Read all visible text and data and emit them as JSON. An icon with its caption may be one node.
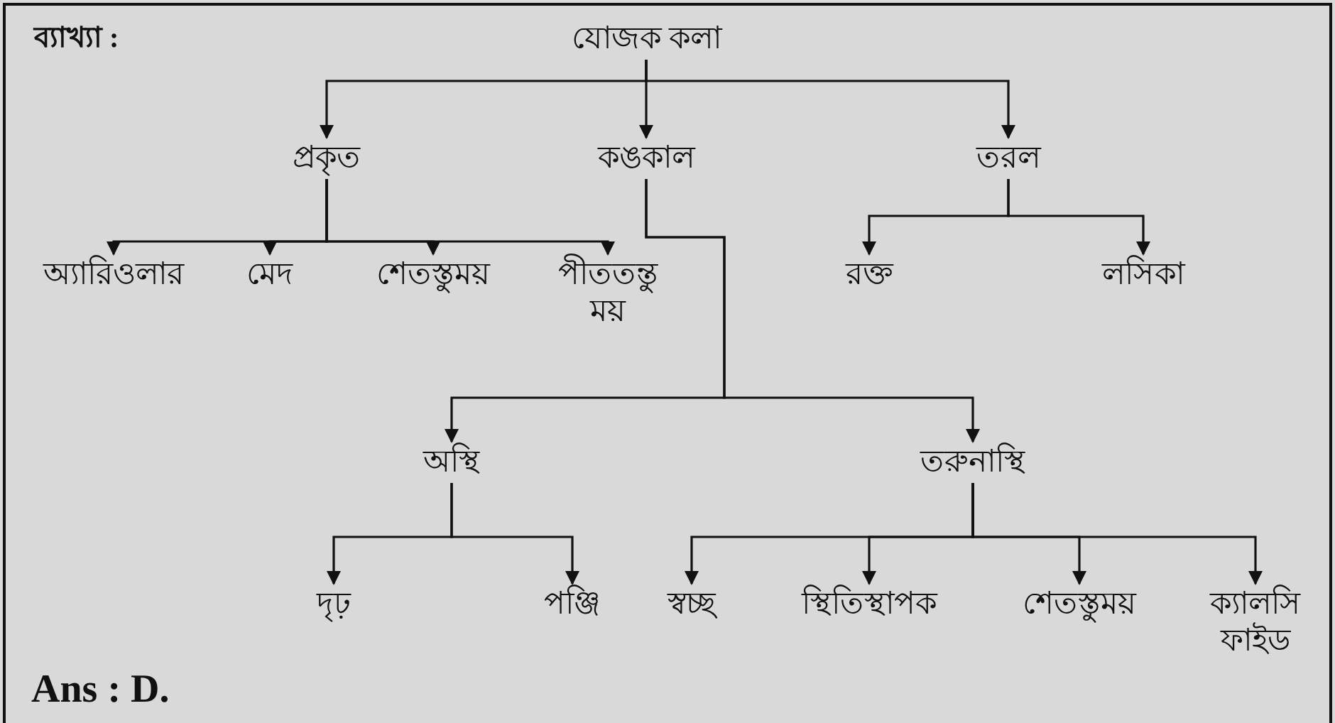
{
  "diagram": {
    "nodes": [
      {
        "text": [
          "যোজক কলা"
        ]
      },
      {
        "text": [
          "প্রকৃত"
        ]
      },
      {
        "text": [
          "কঙকাল"
        ]
      },
      {
        "text": [
          "তরল"
        ]
      },
      {
        "text": [
          "অ্যারিওলার"
        ]
      },
      {
        "text": [
          "মেদ"
        ]
      },
      {
        "text": [
          "শেতস্তুময়"
        ]
      },
      {
        "text": [
          "পীততন্তু ময়"
        ]
      },
      {
        "text": [
          "রক্ত"
        ]
      },
      {
        "text": [
          "লসিকা"
        ]
      },
      {
        "text": [
          "অস্থি"
        ]
      },
      {
        "text": [
          "তরুনাস্থি"
        ]
      },
      {
        "text": [
          "দৃঢ়"
        ]
      },
      {
        "text": [
          "পঞ্জি"
        ]
      },
      {
        "text": [
          "স্বচ্ছ"
        ]
      },
      {
        "text": [
          "স্থিতিস্থাপক"
        ]
      },
      {
        "text": [
          "শেতস্তুময়"
        ]
      },
      {
        "text": [
          "ক্যালসি ফাইড"
        ]
      }
    ],
    "edges": [
      {
        "from": 0,
        "to": 1,
        "arrow": "to"
      },
      {
        "from": 0,
        "to": 2,
        "arrow": "to"
      },
      {
        "from": 0,
        "to": 3,
        "arrow": "to"
      },
      {
        "from": 1,
        "to": 4,
        "arrow": "to"
      },
      {
        "from": 1,
        "to": 5,
        "arrow": "to"
      },
      {
        "from": 1,
        "to": 6,
        "arrow": "to"
      },
      {
        "from": 1,
        "to": 7,
        "arrow": "to"
      },
      {
        "from": 3,
        "to": 8,
        "arrow": "to"
      },
      {
        "from": 3,
        "to": 9,
        "arrow": "to"
      },
      {
        "from": 2,
        "to": 10,
        "arrow": "to"
      },
      {
        "from": 2,
        "to": 11,
        "arrow": "to"
      },
      {
        "from": 10,
        "to": 12,
        "arrow": "to"
      },
      {
        "from": 10,
        "to": 13,
        "arrow": "to"
      },
      {
        "from": 11,
        "to": 14,
        "arrow": "to"
      },
      {
        "from": 11,
        "to": 15,
        "arrow": "to"
      },
      {
        "from": 11,
        "to": 16,
        "arrow": "to"
      },
      {
        "from": 11,
        "to": 17,
        "arrow": "to"
      }
    ],
    "labels": [
      "ব্যাখ্যা :",
      "Ans : D."
    ]
  }
}
